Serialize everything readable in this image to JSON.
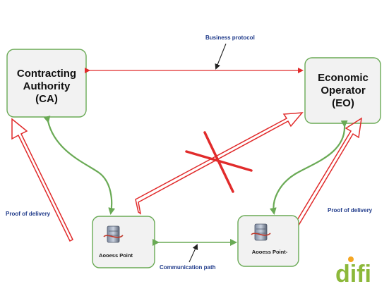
{
  "diagram": {
    "business_protocol_label": "Business protocol",
    "communication_path_label": "Communication path",
    "proof_left_label": "Proof of delivery",
    "proof_right_label": "Proof of delivery",
    "ca": {
      "line1": "Contracting",
      "line2": "Authority",
      "line3": "(CA)"
    },
    "eo": {
      "line1": "Economic",
      "line2": "Operator",
      "line3": "(EO)"
    },
    "ap_left_label": "Aooess  Point",
    "ap_right_label": "Aooess  Point-",
    "colors": {
      "box_border": "#6aaa55",
      "green_link": "#6aaa55",
      "red_arrow": "#e12b2b",
      "label_blue": "#1f3a8a",
      "box_fill": "#f2f2f2"
    }
  },
  "logo": {
    "text": "difi"
  }
}
